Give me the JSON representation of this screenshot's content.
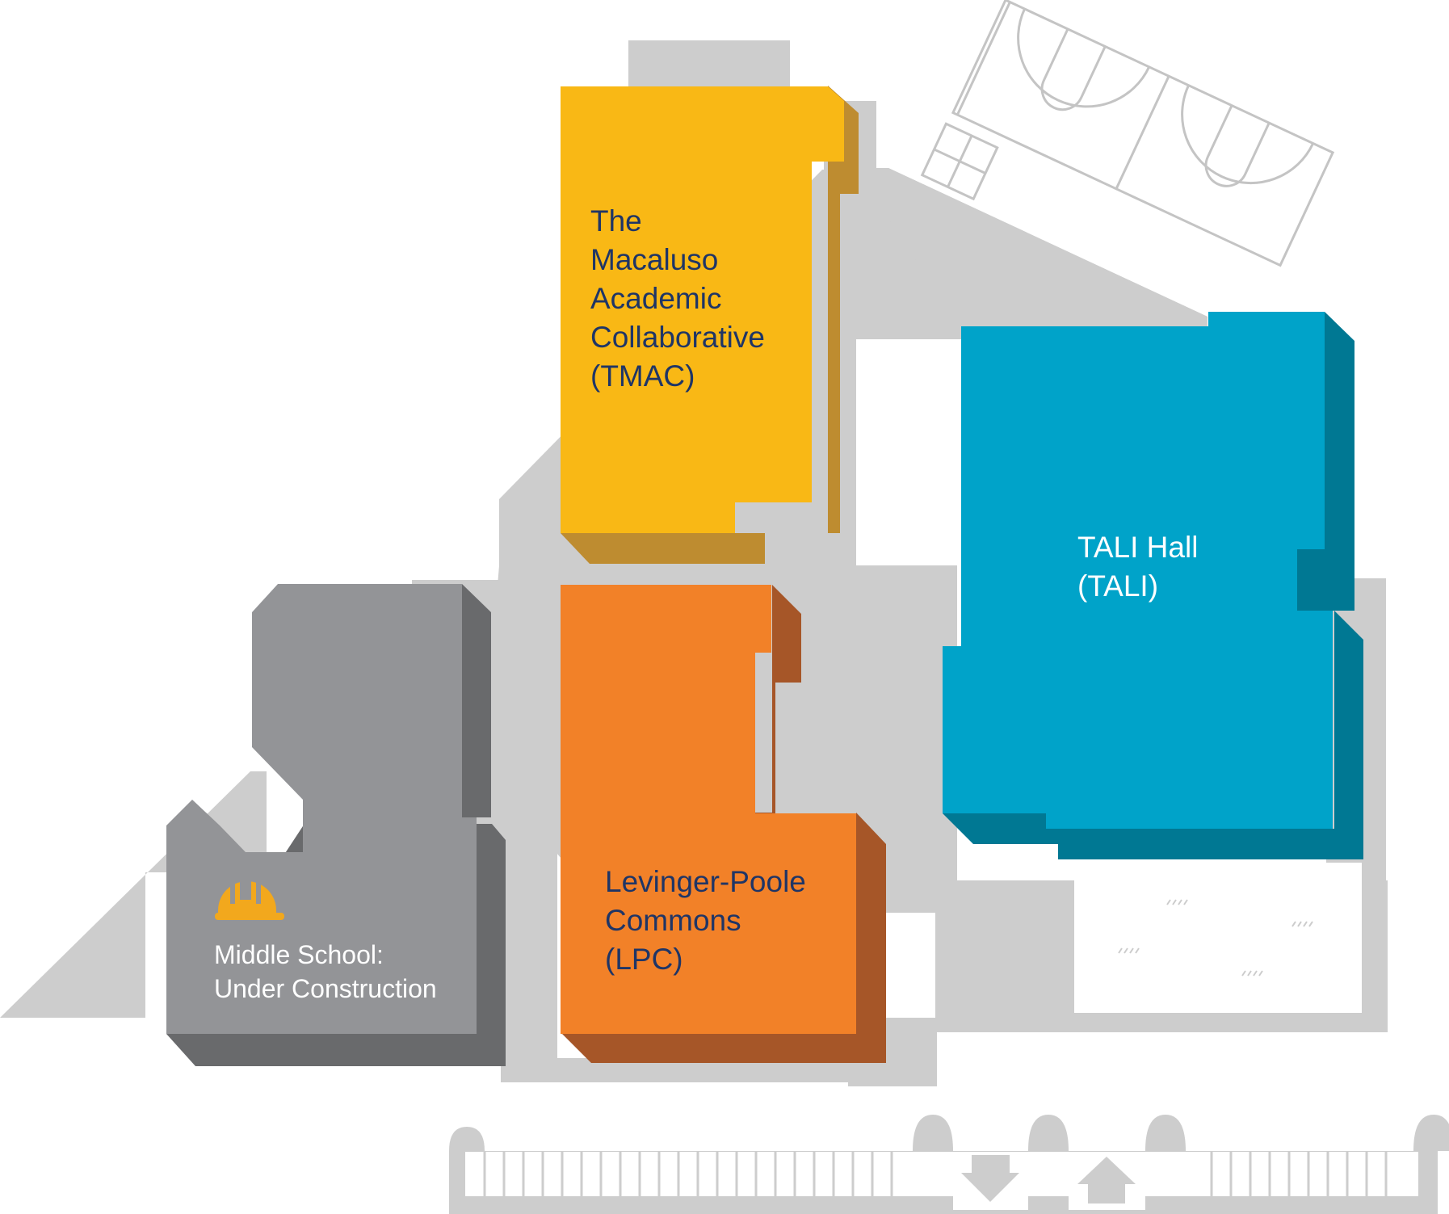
{
  "colors": {
    "ground": "#cdcdcd",
    "court_lines": "#c4c4c4",
    "tmac_front": "#f9b815",
    "tmac_side": "#be8c30",
    "lpc_front": "#f28128",
    "lpc_side": "#a65628",
    "tali_front": "#00a3c9",
    "tali_side": "#007893",
    "ms_front": "#939497",
    "ms_side": "#696a6c",
    "label_dark": "#1f3566",
    "label_light": "#ffffff",
    "hardhat": "#f2a81d"
  },
  "buildings": {
    "tmac": {
      "lines": [
        "The",
        "Macaluso",
        "Academic",
        "Collaborative",
        "(TMAC)"
      ]
    },
    "lpc": {
      "lines": [
        "Levinger-Poole",
        "Commons",
        "(LPC)"
      ]
    },
    "tali": {
      "lines": [
        "TALI Hall",
        "(TALI)"
      ]
    },
    "middle_school": {
      "lines": [
        "Middle School:",
        "Under Construction"
      ],
      "icon": "hardhat-icon"
    }
  },
  "entrance": {
    "icons": [
      "arrow-down-icon",
      "arrow-up-icon"
    ]
  }
}
